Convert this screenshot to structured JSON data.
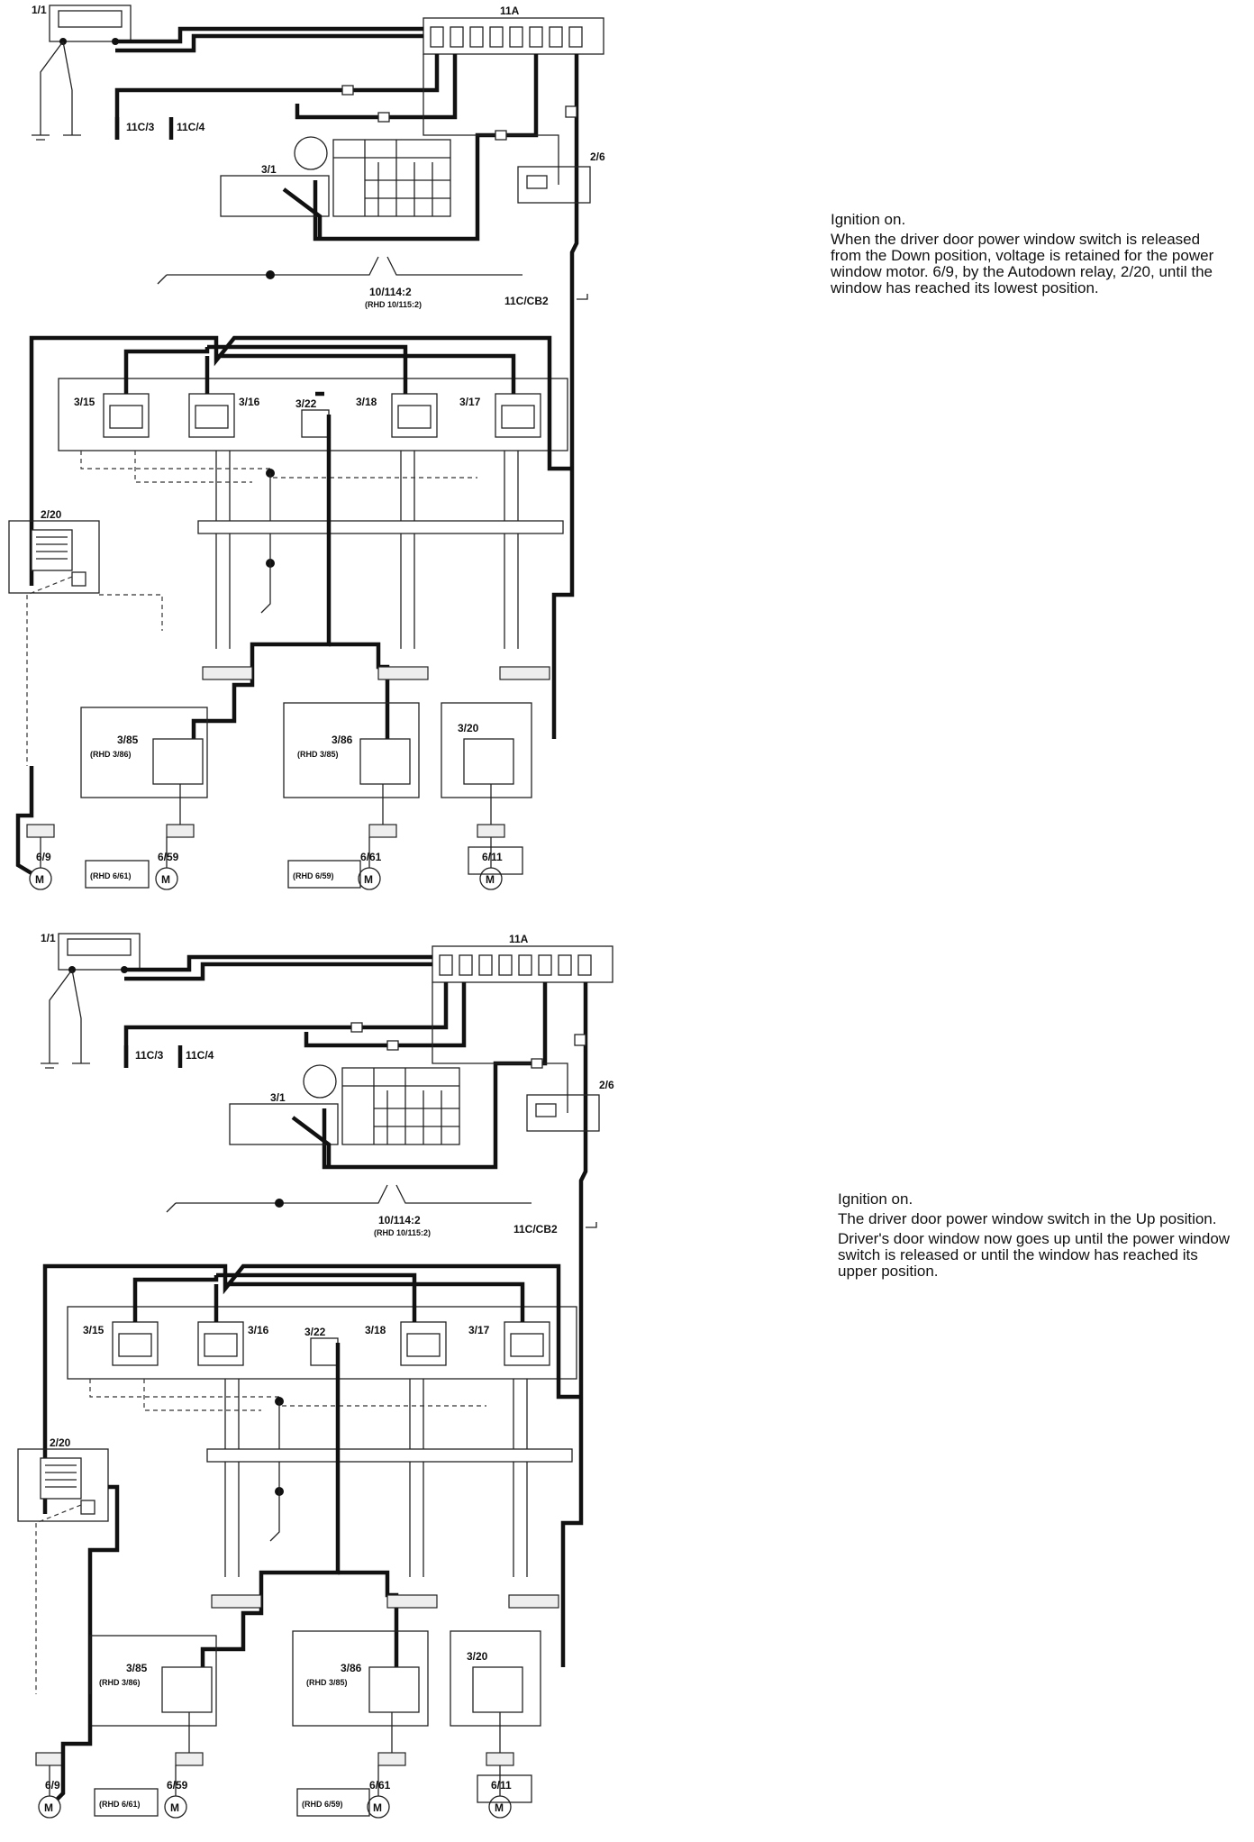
{
  "top": {
    "labels": {
      "ground_terminal": "1/1",
      "fuse_box": "11A",
      "conn_a": "11C/3",
      "conn_b": "11C/4",
      "ignition_switch": "3/1",
      "relay_right": "2/6",
      "ground_point": "10/114:2",
      "ground_point_rhd": "(RHD 10/115:2)",
      "circuit_breaker": "11C/CB2",
      "sw_a": "3/15",
      "sw_b": "3/16",
      "sw_c": "3/22",
      "sw_d": "3/18",
      "sw_e": "3/17",
      "autodown_relay": "2/20",
      "rear_sw_left": "3/85",
      "rear_sw_left_rhd": "(RHD 3/86)",
      "rear_sw_mid": "3/86",
      "rear_sw_mid_rhd": "(RHD 3/85)",
      "rear_sw_right": "3/20",
      "motor_1": "6/9",
      "motor_2": "6/59",
      "motor_2_rhd": "(RHD 6/61)",
      "motor_3": "6/61",
      "motor_3_rhd": "(RHD 6/59)",
      "motor_4": "6/11",
      "motor_symbol": "M"
    },
    "description": [
      "Ignition on.",
      "When the driver door power window switch is released from the Down position, voltage is retained for the power window motor. 6/9, by the Autodown relay, 2/20, until the window has reached its lowest position."
    ]
  },
  "bottom": {
    "labels": {
      "ground_terminal": "1/1",
      "fuse_box": "11A",
      "conn_a": "11C/3",
      "conn_b": "11C/4",
      "ignition_switch": "3/1",
      "relay_right": "2/6",
      "ground_point": "10/114:2",
      "ground_point_rhd": "(RHD 10/115:2)",
      "circuit_breaker": "11C/CB2",
      "sw_a": "3/15",
      "sw_b": "3/16",
      "sw_c": "3/22",
      "sw_d": "3/18",
      "sw_e": "3/17",
      "autodown_relay": "2/20",
      "rear_sw_left": "3/85",
      "rear_sw_left_rhd": "(RHD 3/86)",
      "rear_sw_mid": "3/86",
      "rear_sw_mid_rhd": "(RHD 3/85)",
      "rear_sw_right": "3/20",
      "motor_1": "6/9",
      "motor_2": "6/59",
      "motor_2_rhd": "(RHD 6/61)",
      "motor_3": "6/61",
      "motor_3_rhd": "(RHD 6/59)",
      "motor_4": "6/11",
      "motor_symbol": "M"
    },
    "description": [
      "Ignition on.",
      "The driver door power window switch in the Up position.",
      "Driver's door window now goes up until the power window switch is released or until the window has reached its upper position."
    ]
  }
}
